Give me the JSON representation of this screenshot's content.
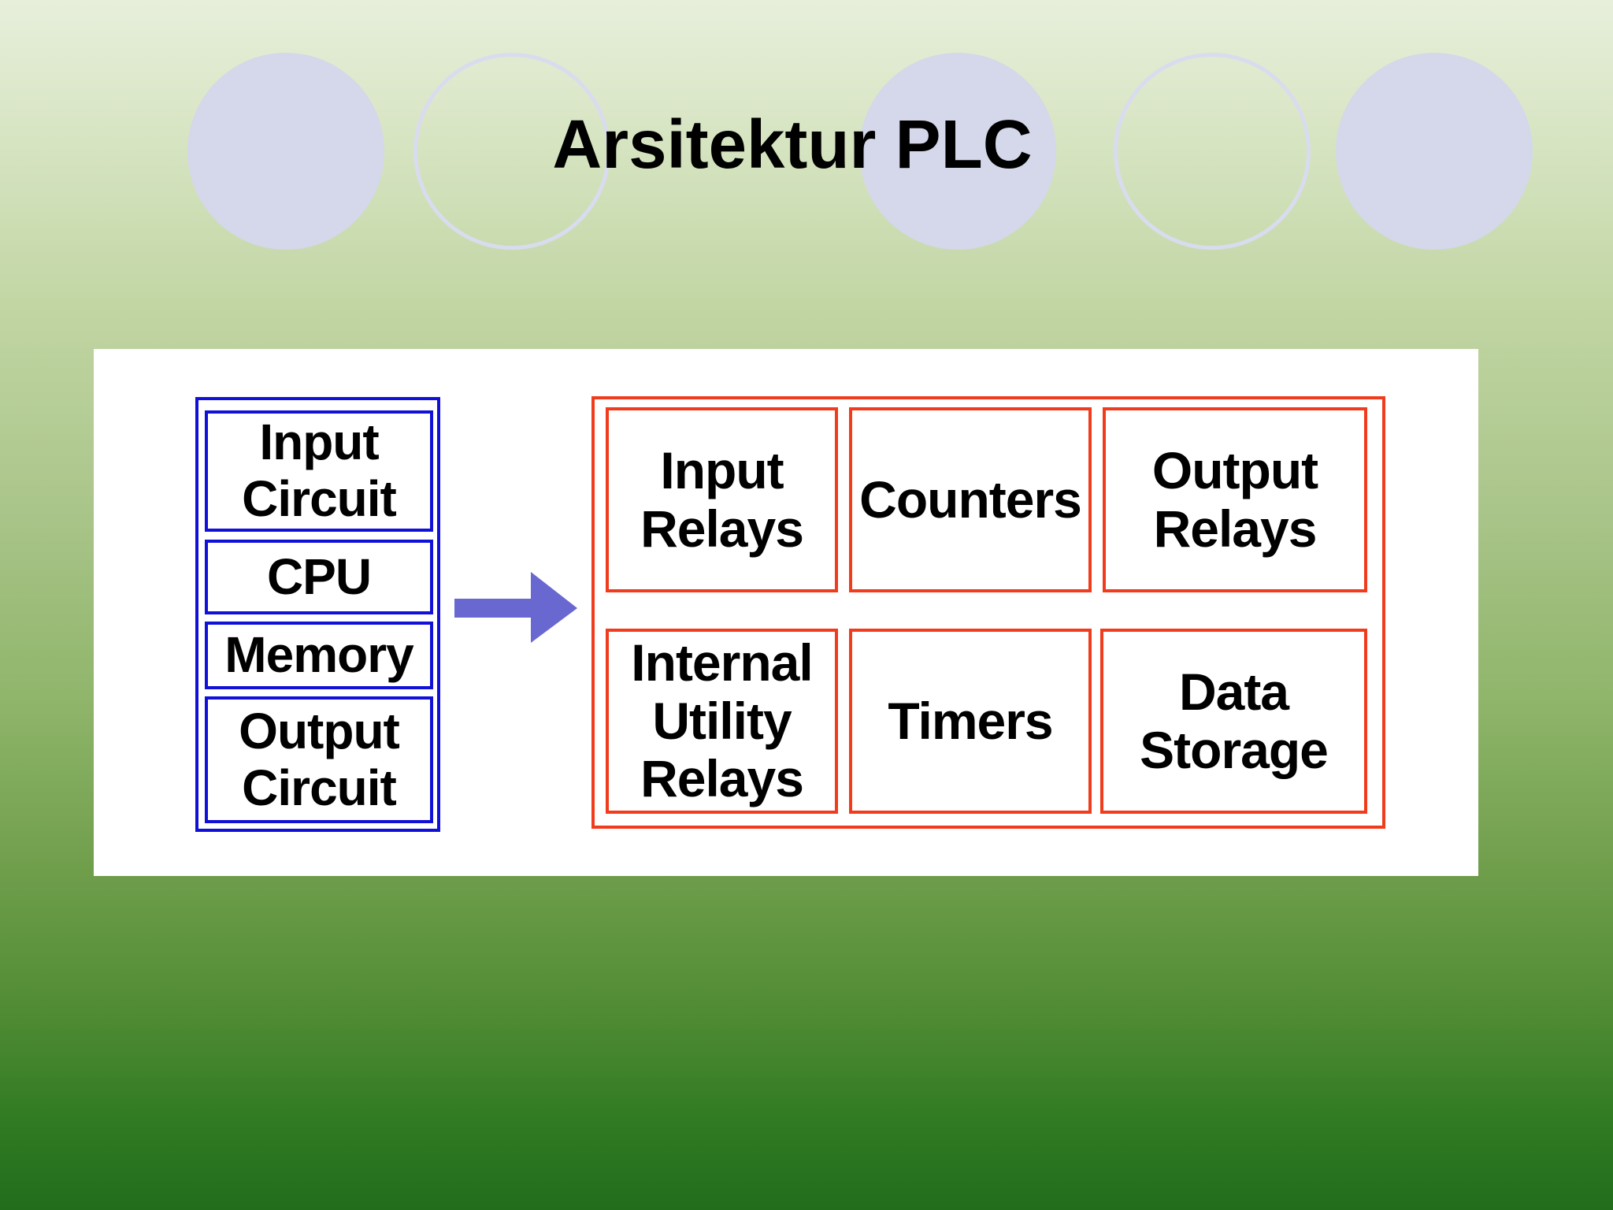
{
  "title": "Arsitektur PLC",
  "colors": {
    "plc_hardware_border": "#1010d8",
    "memory_map_border": "#f03c1c",
    "arrow": "#6868d0",
    "decor_circles": "#d5d7ea"
  },
  "plc_hardware": {
    "input_circuit": "Input\nCircuit",
    "cpu": "CPU",
    "memory": "Memory",
    "output_circuit": "Output\nCircuit"
  },
  "memory_map": {
    "input_relays": "Input\nRelays",
    "counters": "Counters",
    "output_relays": "Output\nRelays",
    "internal_utility_relays": "Internal\nUtility\nRelays",
    "timers": "Timers",
    "data_storage": "Data\nStorage"
  }
}
